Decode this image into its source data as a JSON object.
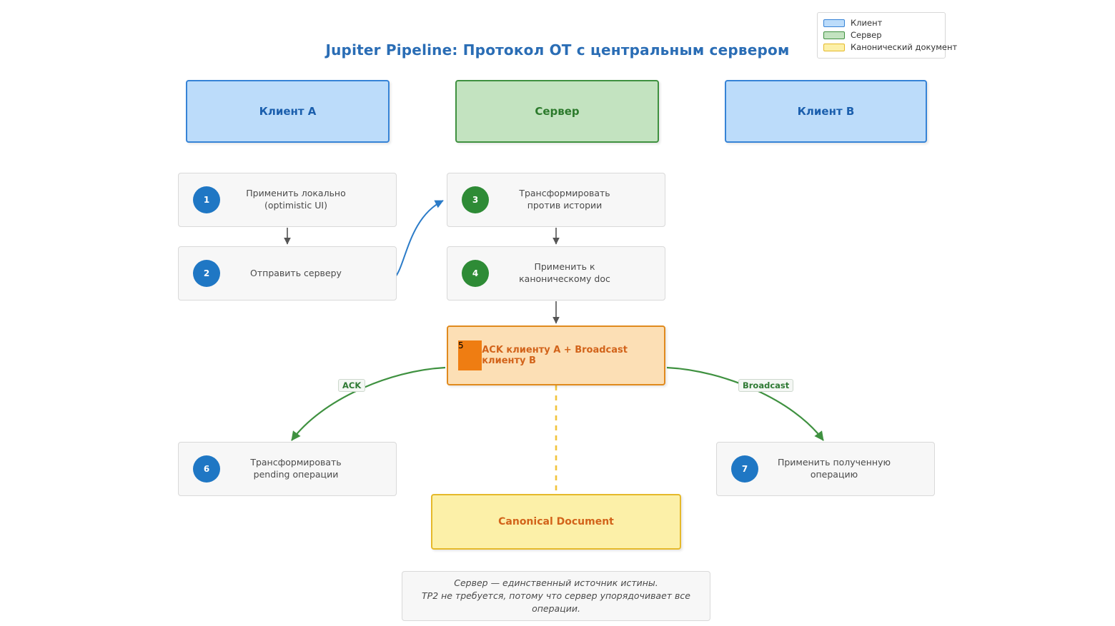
{
  "title": "Jupiter Pipeline: Протокол OT с центральным сервером",
  "colors": {
    "title": "#2a6db5",
    "client_fill": "#bcdcfa",
    "client_border": "#3683d6",
    "client_text": "#1b5fad",
    "server_fill": "#c3e3c0",
    "server_border": "#3f9140",
    "server_text": "#2c7a2c",
    "doc_fill": "#fcf0a8",
    "doc_border": "#e5b92a",
    "highlight_fill": "#fcdfb5",
    "highlight_border": "#e08a1e",
    "highlight_text": "#d2631a",
    "badge_blue": "#1f77c4",
    "badge_green": "#2e8b36",
    "badge_orange": "#ef7d12",
    "arrow_gray": "#555555",
    "arrow_blue": "#2b7bc8",
    "arrow_green": "#3f9140",
    "arrow_yellow": "#f2c43c"
  },
  "legend": {
    "items": [
      {
        "label": "Клиент",
        "fill": "#bcdcfa",
        "border": "#3683d6"
      },
      {
        "label": "Сервер",
        "fill": "#c3e3c0",
        "border": "#3f9140"
      },
      {
        "label": "Канонический документ",
        "fill": "#fcf0a8",
        "border": "#e5b92a"
      }
    ]
  },
  "lanes": [
    {
      "id": "client-a",
      "label": "Клиент A",
      "kind": "client"
    },
    {
      "id": "server",
      "label": "Сервер",
      "kind": "server"
    },
    {
      "id": "client-b",
      "label": "Клиент B",
      "kind": "client"
    }
  ],
  "steps": [
    {
      "number": "1",
      "lane": "client-a",
      "badge": "blue",
      "text": "Применить локально\n(optimistic UI)"
    },
    {
      "number": "2",
      "lane": "client-a",
      "badge": "blue",
      "text": "Отправить серверу"
    },
    {
      "number": "3",
      "lane": "server",
      "badge": "green",
      "text": "Трансформировать\nпротив истории"
    },
    {
      "number": "4",
      "lane": "server",
      "badge": "green",
      "text": "Применить к\nканоническому doc"
    },
    {
      "number": "5",
      "lane": "server",
      "badge": "orange",
      "text": "ACK клиенту A +\nBroadcast клиенту B"
    },
    {
      "number": "6",
      "lane": "client-a",
      "badge": "blue",
      "text": "Трансформировать\npending операции"
    },
    {
      "number": "7",
      "lane": "client-b",
      "badge": "blue",
      "text": "Применить полученную\nоперацию"
    }
  ],
  "canonical_document": {
    "label": "Canonical Document"
  },
  "edge_labels": {
    "ack": "ACK",
    "broadcast": "Broadcast"
  },
  "footnote": {
    "text": "Сервер — единственный источник истины.\nTP2 не требуется, потому что сервер упорядочивает все операции."
  }
}
